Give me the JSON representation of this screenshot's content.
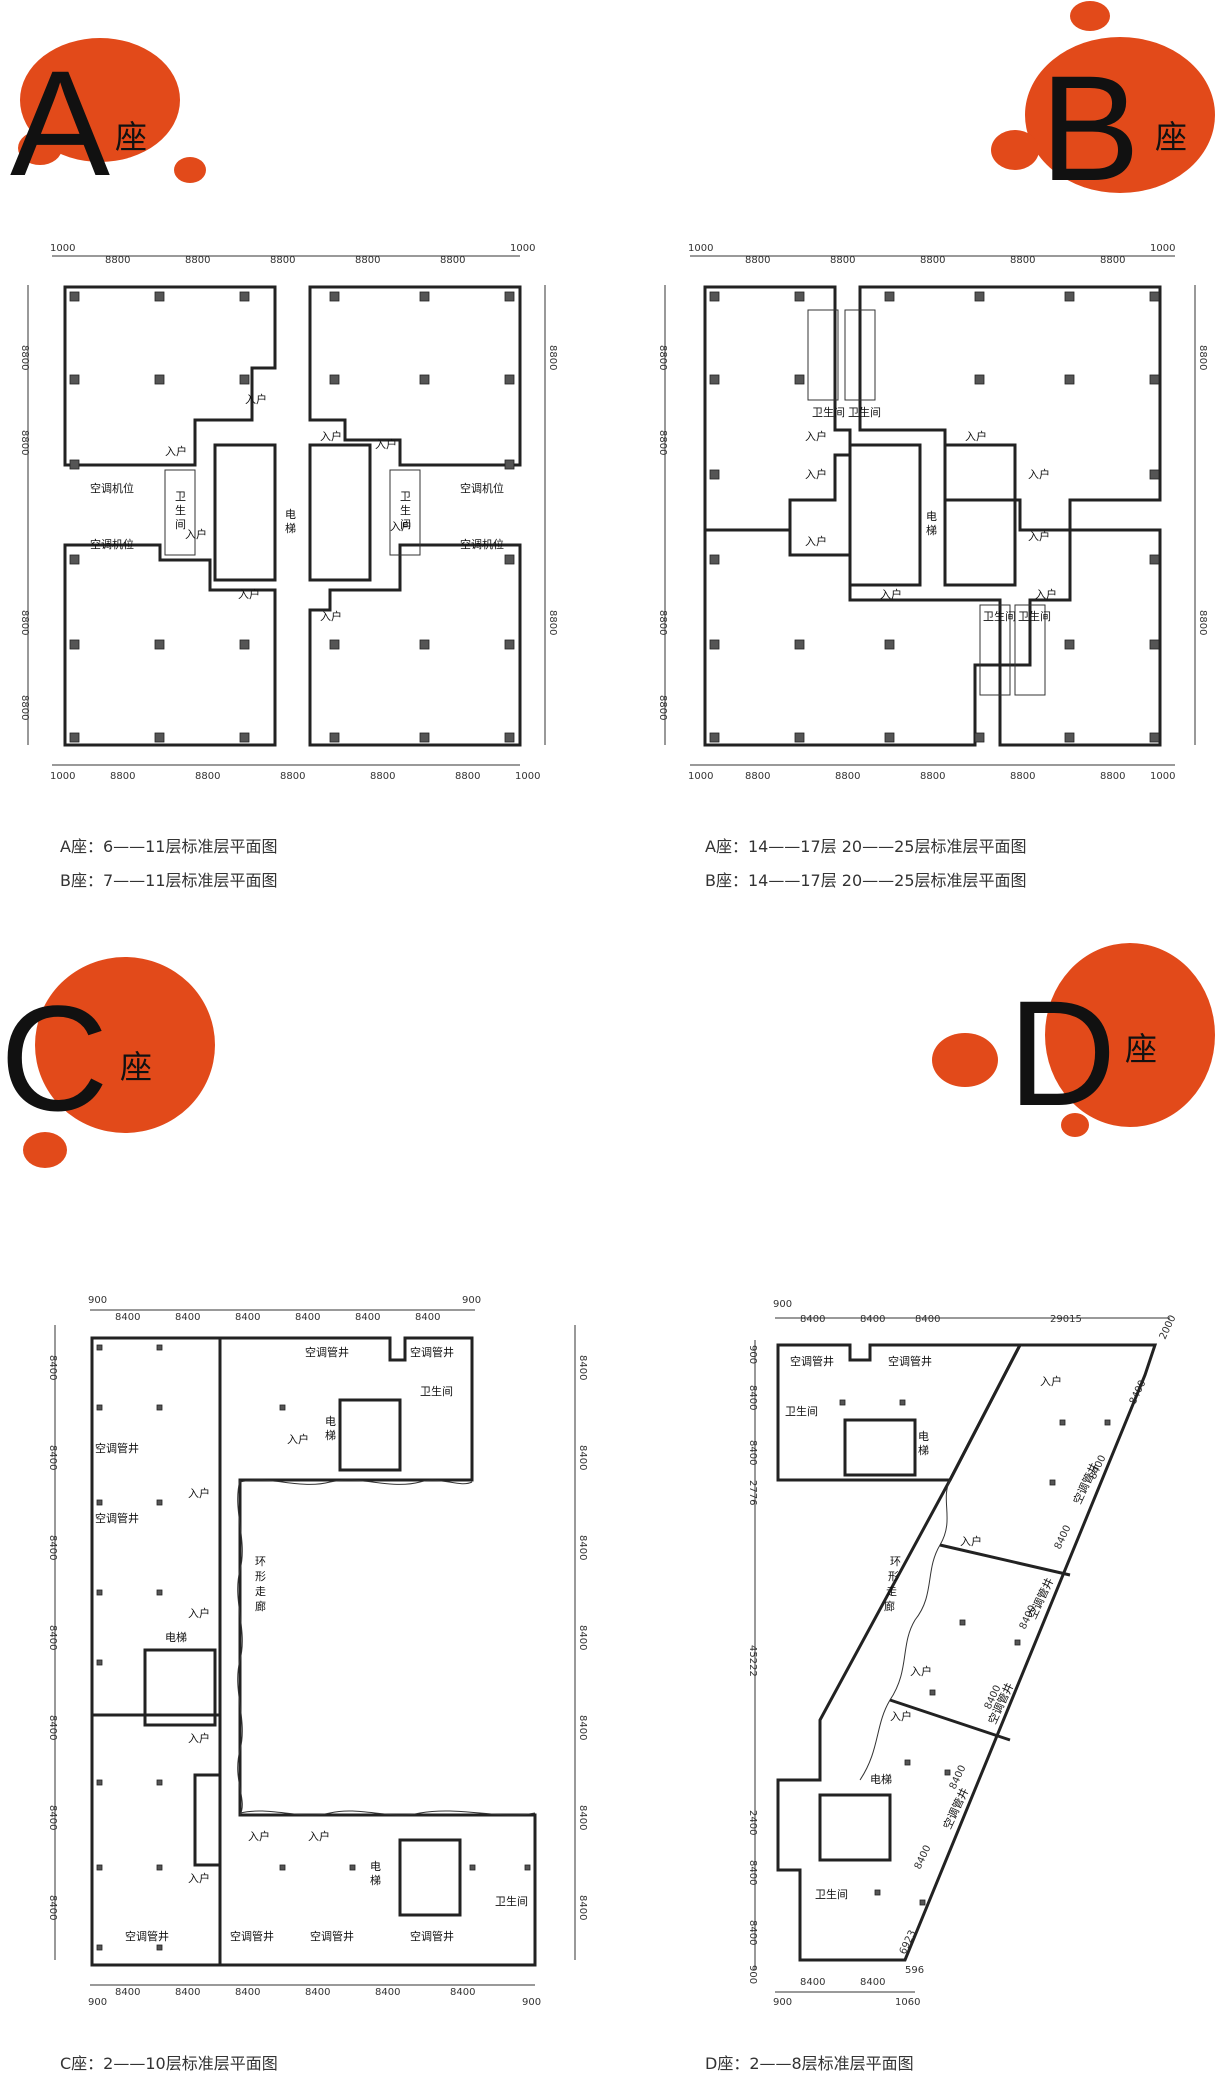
{
  "colors": {
    "blob": "#e24a1a",
    "wall": "#222222",
    "column": "#555555"
  },
  "blocks": {
    "a": {
      "letter": "A",
      "suffix": "座"
    },
    "b": {
      "letter": "B",
      "suffix": "座"
    },
    "c": {
      "letter": "C",
      "suffix": "座"
    },
    "d": {
      "letter": "D",
      "suffix": "座"
    }
  },
  "captions": {
    "plan1_line1": "A座：6——11层标准层平面图",
    "plan1_line2": "B座：7——11层标准层平面图",
    "plan2_line1": "A座：14——17层  20——25层标准层平面图",
    "plan2_line2": "B座：14——17层  20——25层标准层平面图",
    "plan3": "C座：2——10层标准层平面图",
    "plan4": "D座：2——8层标准层平面图"
  },
  "labels": {
    "entry": "入户",
    "toilet": "卫生间",
    "wei": "卫",
    "sheng": "生",
    "jian": "间",
    "elevator": "电梯",
    "dian": "电",
    "ti": "梯",
    "ac_unit": "空调机位",
    "ac_shaft": "空调管井",
    "huan": "环",
    "xing": "形",
    "zou": "走",
    "lang": "廊"
  },
  "dims": {
    "d1000": "1000",
    "d8800": "8800",
    "d900": "900",
    "d8400": "8400",
    "d29015": "29015",
    "d45222": "45222",
    "d2776": "2776",
    "d2400": "2400",
    "d1060": "1060",
    "d6923": "6923",
    "d596": "596",
    "d2000": "2000"
  }
}
